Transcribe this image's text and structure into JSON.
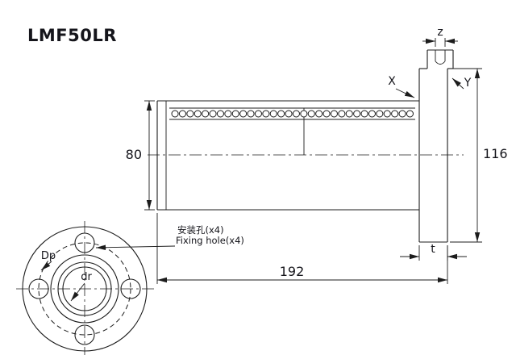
{
  "title": "LMF50LR",
  "colors": {
    "ink": "#1c1c1c",
    "background": "#ffffff"
  },
  "side_view": {
    "dim_height_body": "80",
    "dim_height_flange": "116",
    "dim_length": "192",
    "dim_flange_thickness": "t",
    "dim_groove_width": "z",
    "dim_groove_depth_x": "X",
    "dim_groove_depth_y": "Y"
  },
  "front_view": {
    "label_pitch_circle": "Dp",
    "label_bore": "dr",
    "callout_cn": "安装孔(x4)",
    "callout_en": "Fixing hole(x4)"
  }
}
